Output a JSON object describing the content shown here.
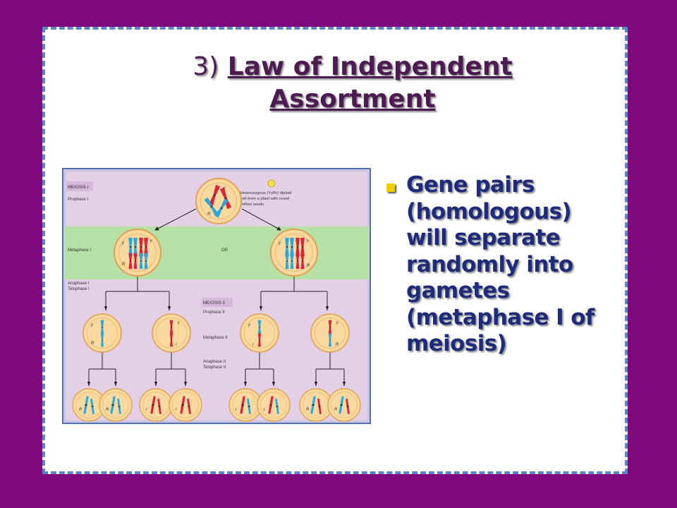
{
  "title": {
    "number": "3)",
    "text": "Law of Independent Assortment"
  },
  "bullet": "Gene pairs (homologous) will separate randomly into gametes (metaphase I of meiosis)",
  "figure": {
    "meiosis1_tag": "MEIOSIS I",
    "prophase1": "Prophase I",
    "metaphase1": "Metaphase I",
    "anaphase1": "Anaphase I",
    "telophase1": "Telophase I",
    "or_label": "OR",
    "heterozygous_line1": "Heterozygous (YyRr) diploid",
    "heterozygous_line2": "cell from a plant with round",
    "heterozygous_line3": "yellow seeds",
    "meiosis2_tag": "MEIOSIS II",
    "prophase2": "Prophase II",
    "metaphase2": "Metaphase II",
    "anaphase2": "Anaphase II",
    "telophase2": "Telophase II",
    "allele_Y": "Y",
    "allele_y": "y",
    "allele_R": "R",
    "allele_r": "r",
    "colors": {
      "blue_chromosome": "#2aa8d8",
      "red_chromosome": "#d8243c",
      "cell_fill": "#f9d9a0",
      "lilac_band": "#e4d0e6",
      "green_band": "#b6e0a6"
    }
  }
}
